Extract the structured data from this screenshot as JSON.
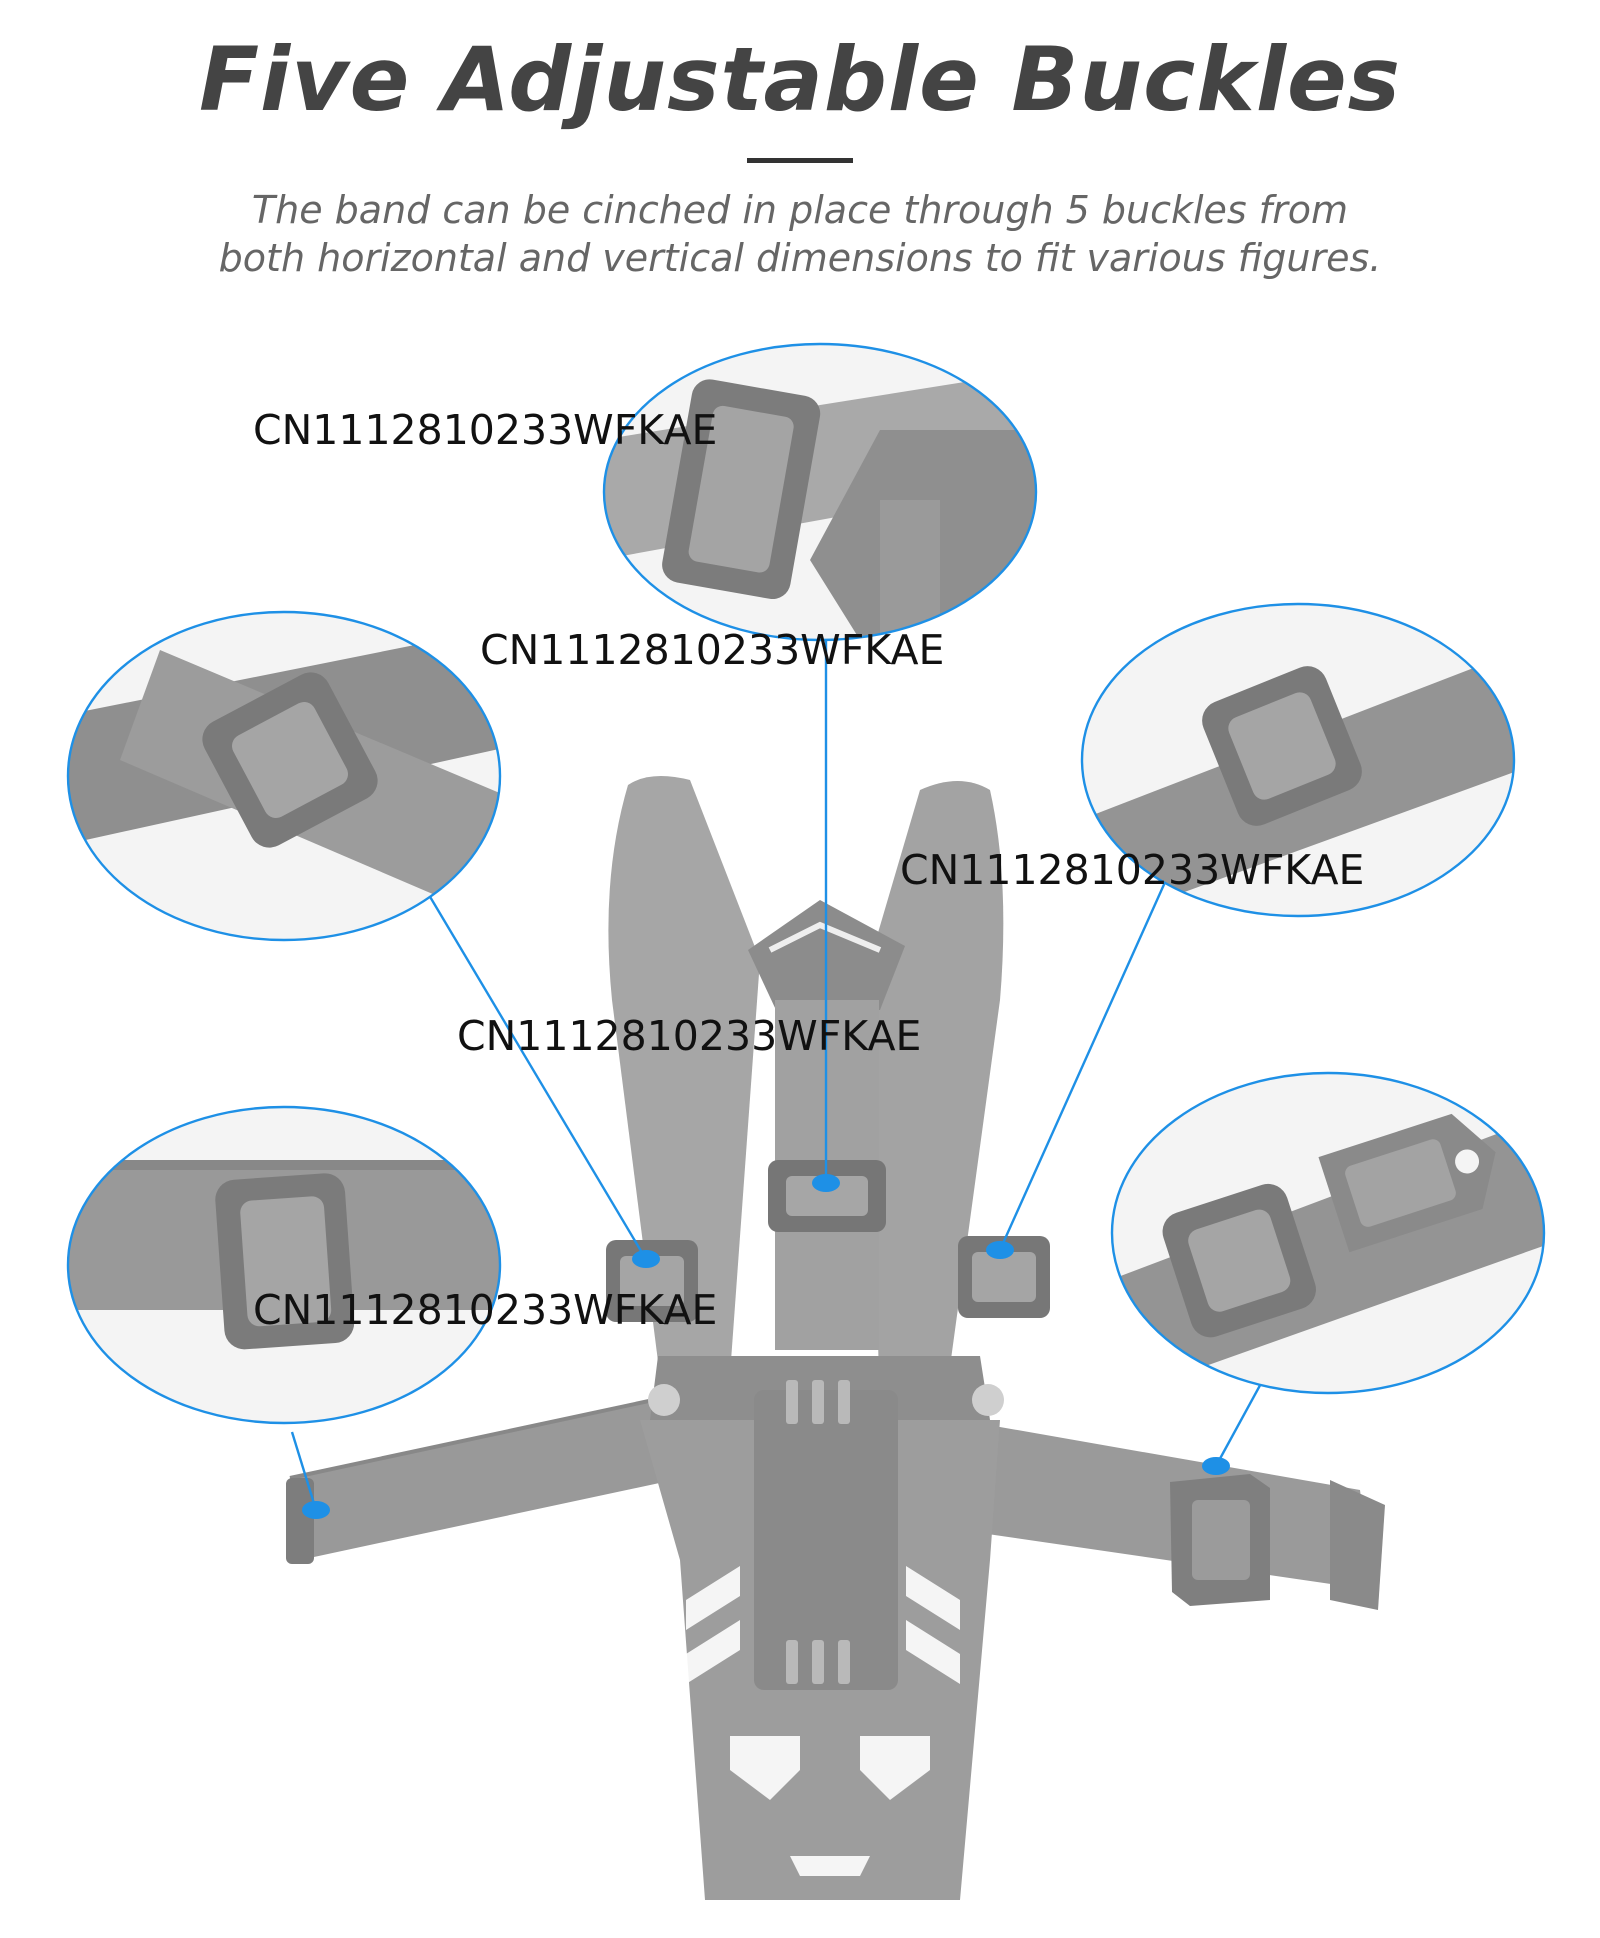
{
  "header": {
    "title": "Five Adjustable Buckles",
    "subtitle_line1": "The band can be cinched in place through 5 buckles from",
    "subtitle_line2": "both horizontal and vertical dimensions to fit various figures."
  },
  "watermarks": [
    "CN1112810233WFKAE",
    "CN1112810233WFKAE",
    "CN1112810233WFKAE",
    "CN1112810233WFKAE",
    "CN1112810233WFKAE"
  ],
  "colors": {
    "accent": "#1e90e6",
    "strap": "#8f8f8f",
    "strap_light": "#a8a8a8",
    "buckle": "#7d7d7d",
    "plate": "#9a9a9a"
  }
}
